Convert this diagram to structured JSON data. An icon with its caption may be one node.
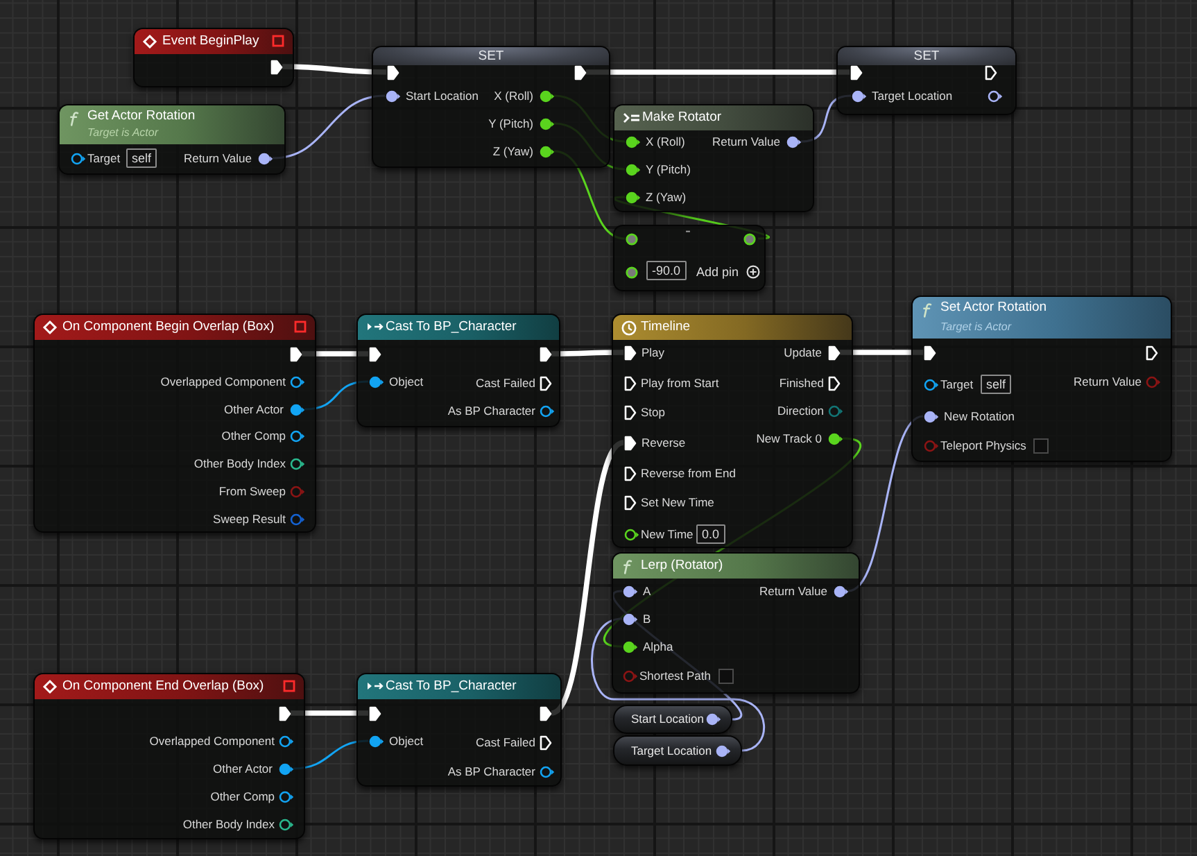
{
  "diagram": {
    "nodes": [
      {
        "text": [
          "Event BeginPlay"
        ]
      },
      {
        "text": [],
        "shape": "arrow",
        "in": 0
      },
      {
        "text": [
          "SET"
        ]
      },
      {
        "text": [],
        "shape": "arrow",
        "in": 2
      },
      {
        "text": [],
        "shape": "arrow",
        "in": 2
      },
      {
        "text": [
          "Start Location"
        ],
        "in": 2
      },
      {
        "text": [
          "X (Roll)"
        ],
        "in": 2
      },
      {
        "text": [
          "Y (Pitch)"
        ],
        "in": 2
      },
      {
        "text": [
          "Z (Yaw)"
        ],
        "in": 2
      },
      {
        "text": [
          "SET"
        ]
      },
      {
        "text": [],
        "shape": "arrow",
        "in": 9
      },
      {
        "text": [
          "Target Location"
        ],
        "in": 9
      },
      {
        "text": [
          "Get Actor Rotation",
          "Target is Actor",
          "Target",
          "self"
        ]
      },
      {
        "text": [
          "Return Value"
        ],
        "in": 12
      },
      {
        "text": [
          "Make Rotator"
        ]
      },
      {
        "text": [
          "X (Roll)"
        ],
        "in": 14
      },
      {
        "text": [
          "Y (Pitch)"
        ],
        "in": 14
      },
      {
        "text": [
          "Z (Yaw)"
        ],
        "in": 14
      },
      {
        "text": [
          "Return Value"
        ],
        "in": 14
      },
      {
        "text": [
          "-",
          "-90.0",
          "Add pin"
        ]
      },
      {
        "text": [],
        "shape": "circle",
        "in": 19
      },
      {
        "text": [],
        "shape": "circle",
        "in": 19
      },
      {
        "text": [
          "On Component Begin Overlap (Box)",
          "Overlapped Component",
          "Other Comp",
          "Other Body Index",
          "From Sweep",
          "Sweep Result"
        ]
      },
      {
        "text": [],
        "shape": "arrow",
        "in": 22
      },
      {
        "text": [
          "Other Actor"
        ],
        "in": 22
      },
      {
        "text": [
          "Cast To BP_Character",
          "Cast Failed",
          "As BP Character"
        ]
      },
      {
        "text": [],
        "shape": "arrow",
        "in": 25
      },
      {
        "text": [],
        "shape": "arrow",
        "in": 25
      },
      {
        "text": [
          "Object"
        ],
        "in": 25
      },
      {
        "text": [
          "Timeline",
          "Play from Start",
          "Finished",
          "Stop",
          "Direction",
          "Reverse from End",
          "Set New Time",
          "New Time",
          "0.0"
        ]
      },
      {
        "text": [
          "Play"
        ],
        "in": 29
      },
      {
        "text": [
          "Update"
        ],
        "in": 29
      },
      {
        "text": [
          "Reverse"
        ],
        "in": 29
      },
      {
        "text": [
          "New Track 0"
        ],
        "in": 29
      },
      {
        "text": [
          "Set Actor Rotation",
          "Target is Actor",
          "Target",
          "self",
          "Return Value",
          "Teleport Physics"
        ]
      },
      {
        "text": [],
        "shape": "arrow",
        "in": 34
      },
      {
        "text": [
          "New Rotation"
        ],
        "in": 34
      },
      {
        "text": [
          "Lerp (Rotator)",
          "Shortest Path"
        ]
      },
      {
        "text": [
          "A"
        ],
        "in": 37
      },
      {
        "text": [
          "B"
        ],
        "in": 37
      },
      {
        "text": [
          "Alpha"
        ],
        "in": 37
      },
      {
        "text": [
          "Return Value"
        ],
        "in": 37
      },
      {
        "text": [
          "On Component End Overlap (Box)",
          "Overlapped Component",
          "Other Comp",
          "Other Body Index"
        ]
      },
      {
        "text": [],
        "shape": "arrow",
        "in": 42
      },
      {
        "text": [
          "Other Actor"
        ],
        "in": 42
      },
      {
        "text": [
          "Cast To BP_Character",
          "Cast Failed",
          "As BP Character"
        ]
      },
      {
        "text": [],
        "shape": "arrow",
        "in": 45
      },
      {
        "text": [],
        "shape": "arrow",
        "in": 45
      },
      {
        "text": [
          "Object"
        ],
        "in": 45
      },
      {
        "text": [
          "Start Location"
        ]
      },
      {
        "text": [
          "Target Location"
        ]
      }
    ],
    "edges": [
      {
        "from": 1,
        "to": 3,
        "arrow": "none",
        "style": "thick"
      },
      {
        "from": 4,
        "to": 10,
        "arrow": "none",
        "style": "thick"
      },
      {
        "from": 13,
        "to": 5,
        "arrow": "none",
        "color": "#a9b4f7"
      },
      {
        "from": 6,
        "to": 15,
        "arrow": "none",
        "color": "#5ad41e"
      },
      {
        "from": 7,
        "to": 16,
        "arrow": "none",
        "color": "#5ad41e"
      },
      {
        "from": 8,
        "to": 20,
        "arrow": "none",
        "color": "#5ad41e"
      },
      {
        "from": 21,
        "to": 17,
        "arrow": "none",
        "color": "#5ad41e"
      },
      {
        "from": 18,
        "to": 11,
        "arrow": "none",
        "color": "#a9b4f7"
      },
      {
        "from": 23,
        "to": 26,
        "arrow": "none",
        "style": "thick"
      },
      {
        "from": 24,
        "to": 28,
        "arrow": "none",
        "color": "#12a4f3"
      },
      {
        "from": 27,
        "to": 30,
        "arrow": "none",
        "style": "thick"
      },
      {
        "from": 31,
        "to": 35,
        "arrow": "none",
        "style": "thick"
      },
      {
        "from": 33,
        "to": 40,
        "arrow": "none",
        "color": "#5ad41e"
      },
      {
        "from": 41,
        "to": 36,
        "arrow": "none",
        "color": "#a9b4f7"
      },
      {
        "from": 43,
        "to": 46,
        "arrow": "none",
        "style": "thick"
      },
      {
        "from": 44,
        "to": 48,
        "arrow": "none",
        "color": "#12a4f3"
      },
      {
        "from": 47,
        "to": 32,
        "arrow": "none",
        "style": "thick"
      },
      {
        "from": 49,
        "to": 38,
        "arrow": "none",
        "color": "#a9b4f7"
      },
      {
        "from": 50,
        "to": 39,
        "arrow": "none",
        "color": "#a9b4f7"
      }
    ]
  }
}
